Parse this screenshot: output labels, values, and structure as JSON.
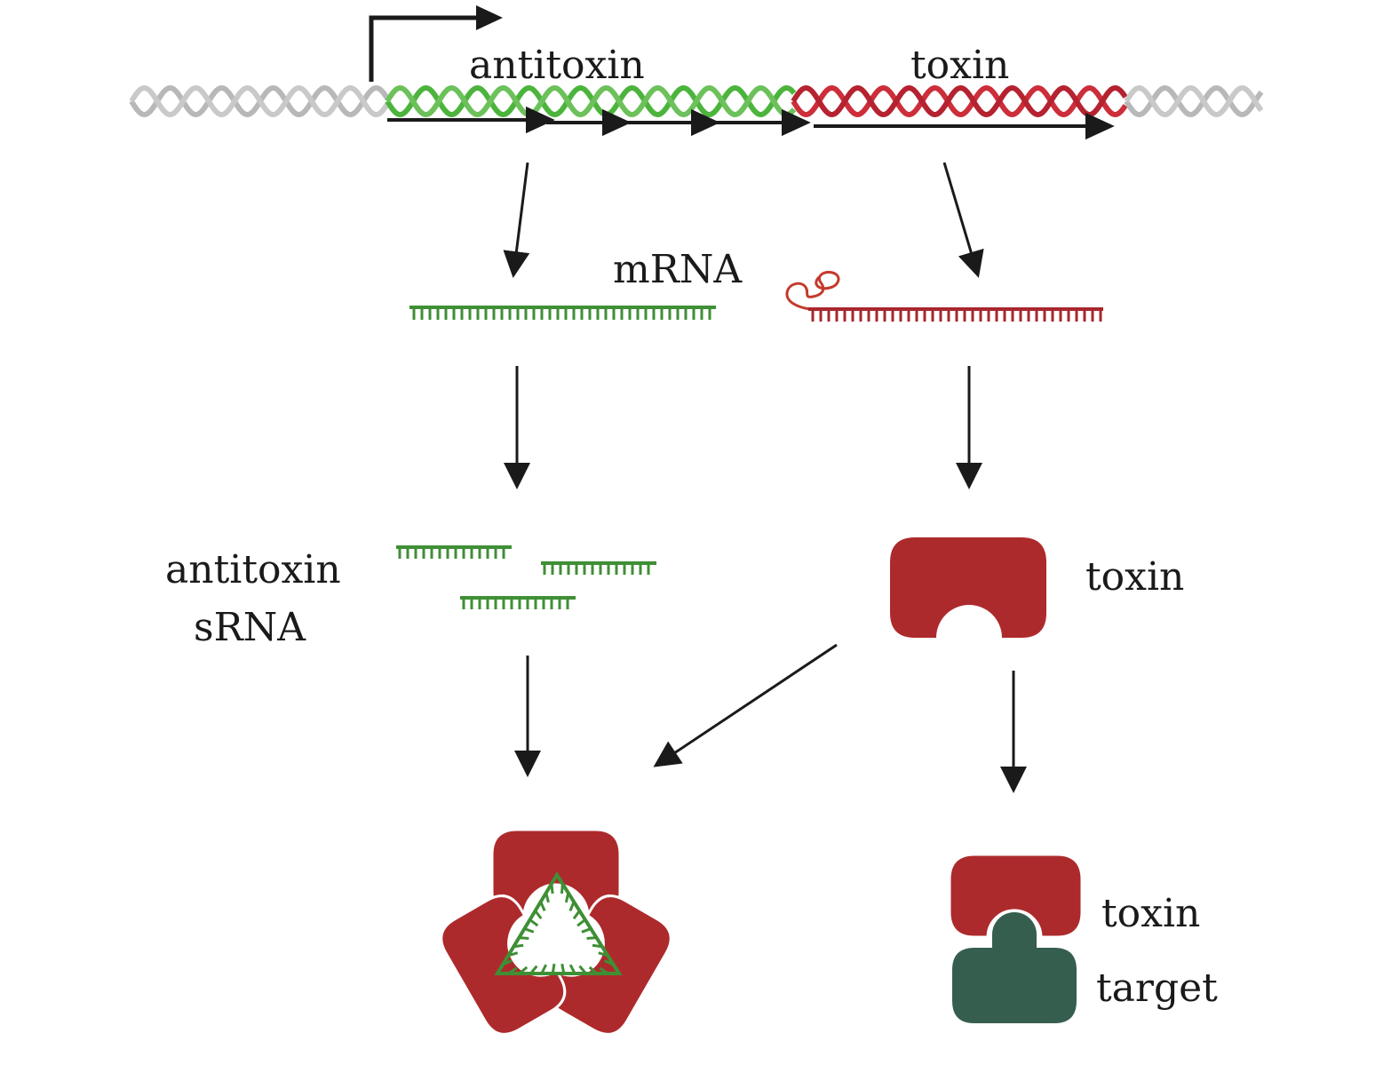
{
  "labels": {
    "antitoxin_gene": "antitoxin",
    "toxin_gene": "toxin",
    "mrna": "mRNA",
    "antitoxin_srna_line1": "antitoxin",
    "antitoxin_srna_line2": "sRNA",
    "toxin_protein": "toxin",
    "complex_toxin": "toxin",
    "complex_target": "target"
  },
  "colors": {
    "flank_dna": "#b8b8b8",
    "antitoxin": "#4cb43c",
    "antitoxin_rna": "#3f8f35",
    "toxin_dna": "#cc2e3a",
    "toxin_rna": "#a8272d",
    "toxin_protein": "#ad2a2c",
    "target": "#355e4f",
    "arrow": "#1a1a1a"
  }
}
